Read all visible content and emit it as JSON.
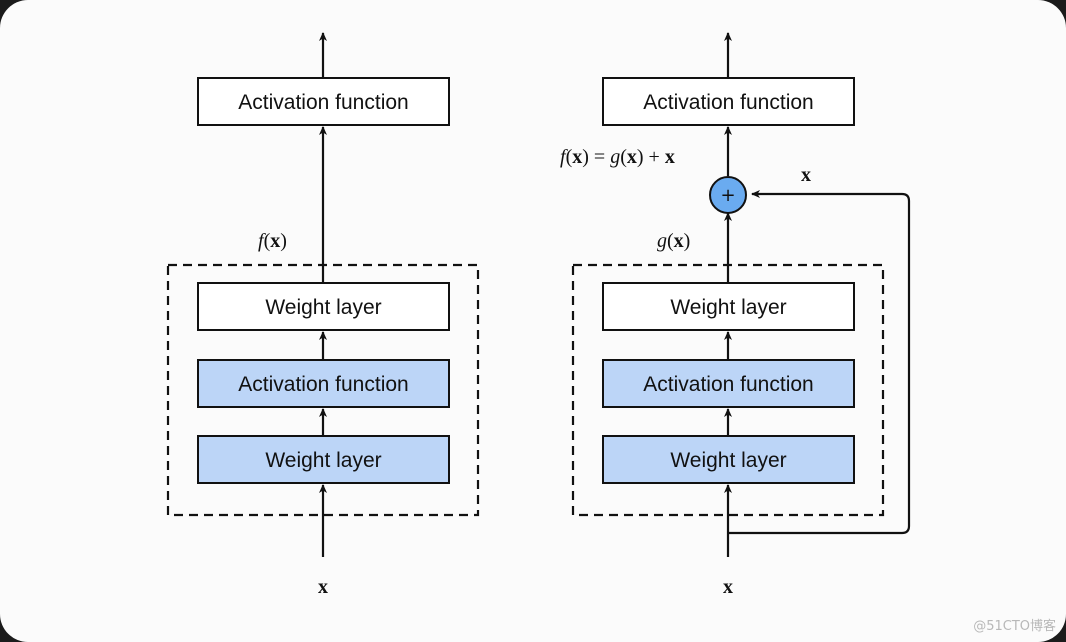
{
  "left_block": {
    "top_box": "Activation function",
    "weight_upper": "Weight layer",
    "activation_inner": "Activation function",
    "weight_lower": "Weight layer",
    "fx_label": {
      "f": "f",
      "open": "(",
      "x": "x",
      "close": ")"
    },
    "input_label": "x"
  },
  "right_block": {
    "top_box": "Activation function",
    "weight_upper": "Weight layer",
    "activation_inner": "Activation function",
    "weight_lower": "Weight layer",
    "equation": {
      "f": "f",
      "open1": "(",
      "x1": "x",
      "close1": ")",
      "eq": " = ",
      "g": "g",
      "open2": "(",
      "x2": "x",
      "close2": ")",
      "plus": " + ",
      "x3": "x"
    },
    "gx_label": {
      "g": "g",
      "open": "(",
      "x": "x",
      "close": ")"
    },
    "skip_label": "x",
    "plus_symbol": "+",
    "input_label": "x"
  },
  "watermark": "@51CTO博客",
  "colors": {
    "box_fill_white": "#ffffff",
    "box_fill_blue": "#bcd5f7",
    "plus_fill": "#6aabf0",
    "stroke": "#111111"
  }
}
